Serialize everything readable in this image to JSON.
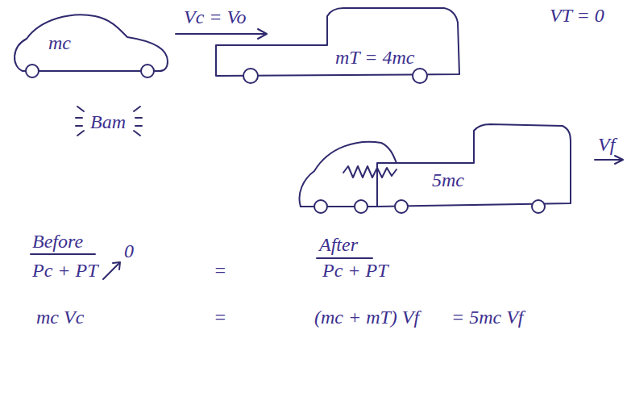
{
  "diagram": {
    "nodes": [
      {
        "text": [
          "mc"
        ]
      },
      {
        "text": [
          "mT = 4mc"
        ]
      },
      {
        "text": [
          "5mc"
        ]
      }
    ],
    "labels": [
      "Vc = Vo",
      "VT = 0",
      "Bam",
      "Vf",
      "Before",
      "After",
      "Pc + PT",
      "0",
      "=",
      "Pc + PT",
      "mc Vc",
      "=",
      "(mc + mT) Vf",
      "= 5mc Vf"
    ]
  }
}
